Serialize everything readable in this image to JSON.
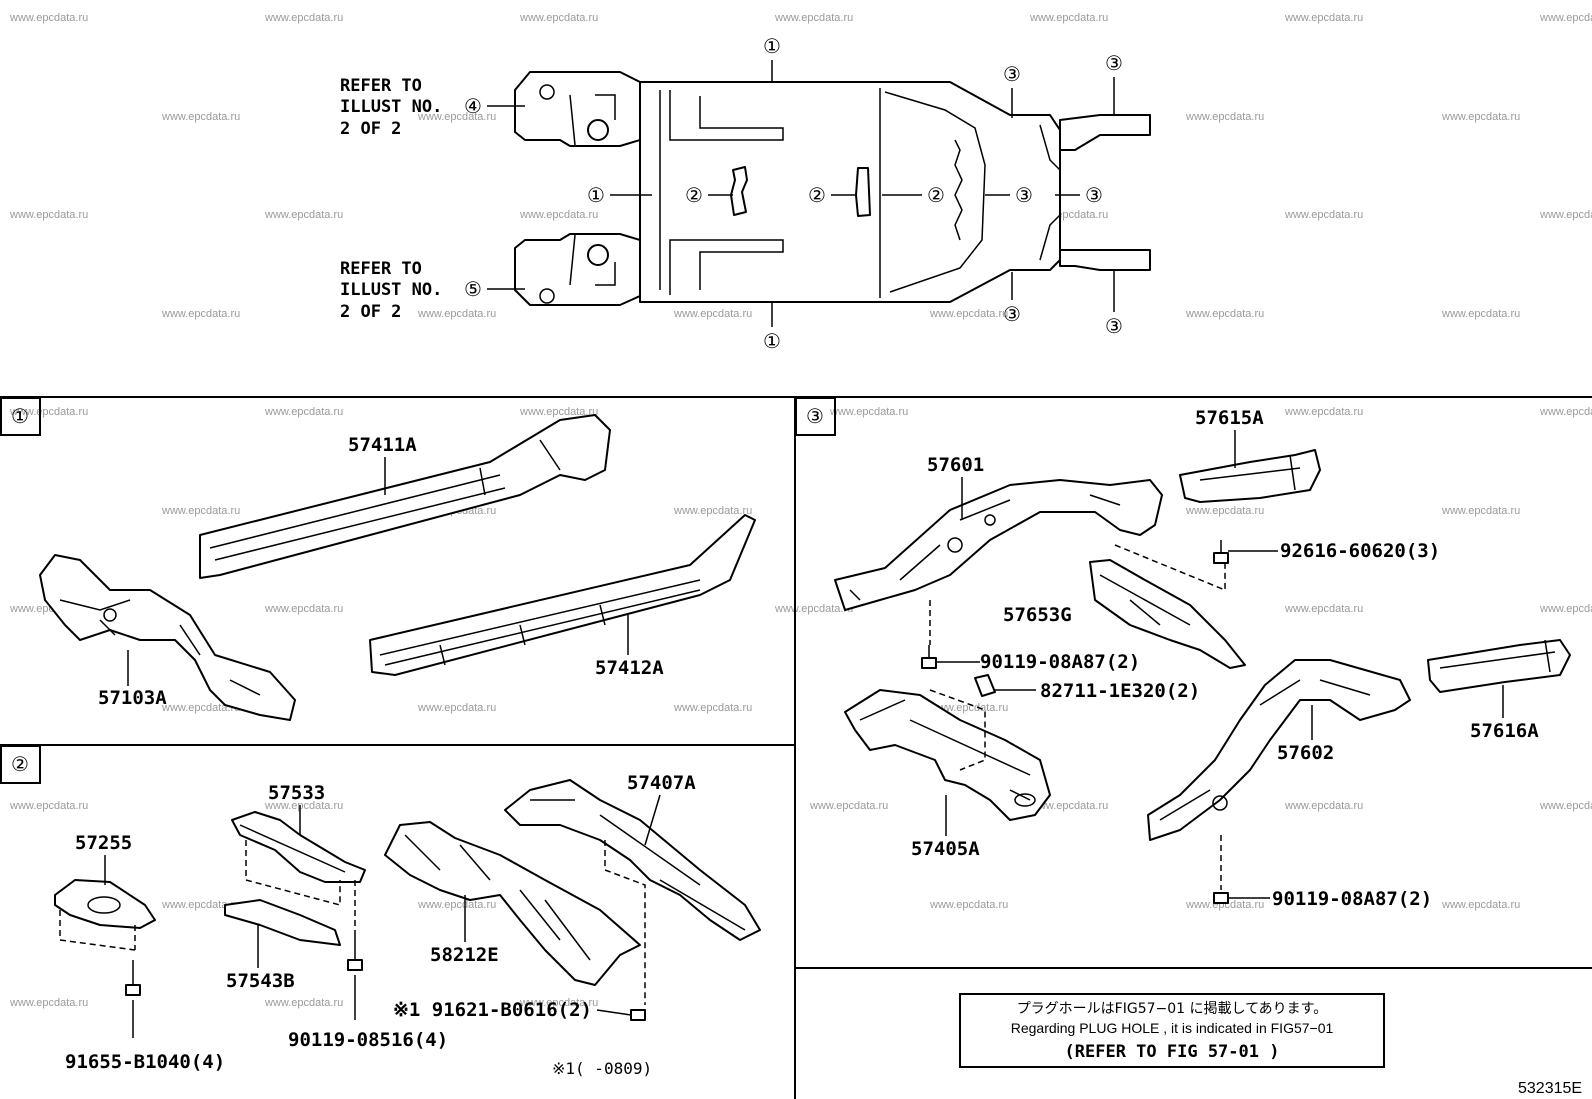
{
  "overview": {
    "refer_upper": [
      "REFER TO",
      "ILLUST NO.",
      "2 OF 2"
    ],
    "refer_upper_num": "④",
    "refer_lower": [
      "REFER TO",
      "ILLUST NO.",
      "2 OF 2"
    ],
    "refer_lower_num": "⑤",
    "callout_1": "①",
    "callout_2": "②",
    "callout_3": "③"
  },
  "section1": {
    "label": "①",
    "parts": {
      "p57411A": "57411A",
      "p57412A": "57412A",
      "p57103A": "57103A"
    }
  },
  "section2": {
    "label": "②",
    "parts": {
      "p57533": "57533",
      "p57407A": "57407A",
      "p57255": "57255",
      "p58212E": "58212E",
      "p57543B": "57543B",
      "p91621": "※1 91621-B0616(2)",
      "p90119_08516": "90119-08516(4)",
      "p91655": "91655-B1040(4)",
      "footnote": "※1(       -0809)"
    }
  },
  "section3": {
    "label": "③",
    "parts": {
      "p57615A": "57615A",
      "p57601": "57601",
      "p92616": "92616-60620(3)",
      "p57653G": "57653G",
      "p90119_a": "90119-08A87(2)",
      "p82711": "82711-1E320(2)",
      "p57602": "57602",
      "p57616A": "57616A",
      "p57405A": "57405A",
      "p90119_b": "90119-08A87(2)"
    }
  },
  "note": {
    "japanese": "プラグホールはFIG57−01 に掲載してあります。",
    "english": "Regarding PLUG HOLE , it is indicated in FIG57−01",
    "refer": "(REFER TO FIG 57-01    )"
  },
  "figure_id": "532315E",
  "watermark": "www.epcdata.ru"
}
